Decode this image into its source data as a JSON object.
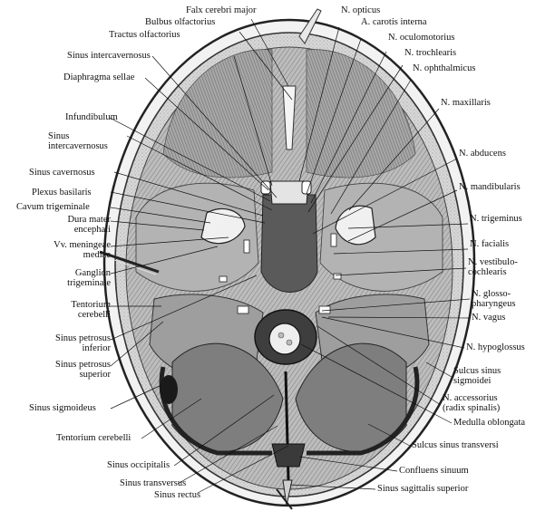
{
  "labels": {
    "falx_cerebri_major": "Falx cerebri major",
    "bulbus_olfactorius": "Bulbus olfactorius",
    "tractus_olfactorius": "Tractus olfactorius",
    "sinus_intercavernosus": "Sinus intercavernosus",
    "diaphragma_sellae": "Diaphragma sellae",
    "infundibulum": "Infundibulum",
    "sinus_intercavernosus_2": "Sinus\nintercavernosus",
    "sinus_cavernosus": "Sinus cavernosus",
    "plexus_basilaris": "Plexus basilaris",
    "cavum_trigeminale": "Cavum trigeminale",
    "dura_mater_encephali": "Dura mater\nencephali",
    "vv_meningeae_mediae": "Vv. meningeae\nmediae",
    "ganglion_trigeminale": "Ganglion\ntrigeminale",
    "tentorium_cerebelli_left": "Tentorium\ncerebelli",
    "sinus_petrosus_inferior": "Sinus petrosus\ninferior",
    "sinus_petrosus_superior": "Sinus petrosus\nsuperior",
    "sinus_sigmoideus": "Sinus sigmoideus",
    "tentorium_cerebelli_bottom": "Tentorium cerebelli",
    "sinus_occipitalis": "Sinus occipitalis",
    "sinus_transversus": "Sinus transversus",
    "sinus_rectus": "Sinus rectus",
    "n_opticus": "N. opticus",
    "a_carotis_interna": "A. carotis interna",
    "n_oculomotorius": "N. oculomotorius",
    "n_trochlearis": "N. trochlearis",
    "n_ophthalmicus": "N. ophthalmicus",
    "n_maxillaris": "N. maxillaris",
    "n_abducens": "N. abducens",
    "n_mandibularis": "N. mandibularis",
    "n_trigeminus": "N. trigeminus",
    "n_facialis": "N. facialis",
    "n_vestibulocochlearis": "N. vestibulo-\ncochlearis",
    "n_glossopharyngeus": "N. glosso-\npharyngeus",
    "n_vagus": "N. vagus",
    "n_hypoglossus": "N. hypoglossus",
    "sulcus_sinus_sigmoidei": "Sulcus sinus\nsigmoidei",
    "n_accessorius": "N. accessorius\n(radix spinalis)",
    "medulla_oblongata": "Medulla oblongata",
    "sulcus_sinus_transversi": "Sulcus sinus transversi",
    "confluens_sinuum": "Confluens sinuum",
    "sinus_sagittalis_superior": "Sinus sagittalis superior"
  },
  "colors": {
    "ink": "#111111",
    "bone": "#c9c9c9",
    "dura": "#8a8a8a",
    "dark": "#3a3a3a"
  }
}
